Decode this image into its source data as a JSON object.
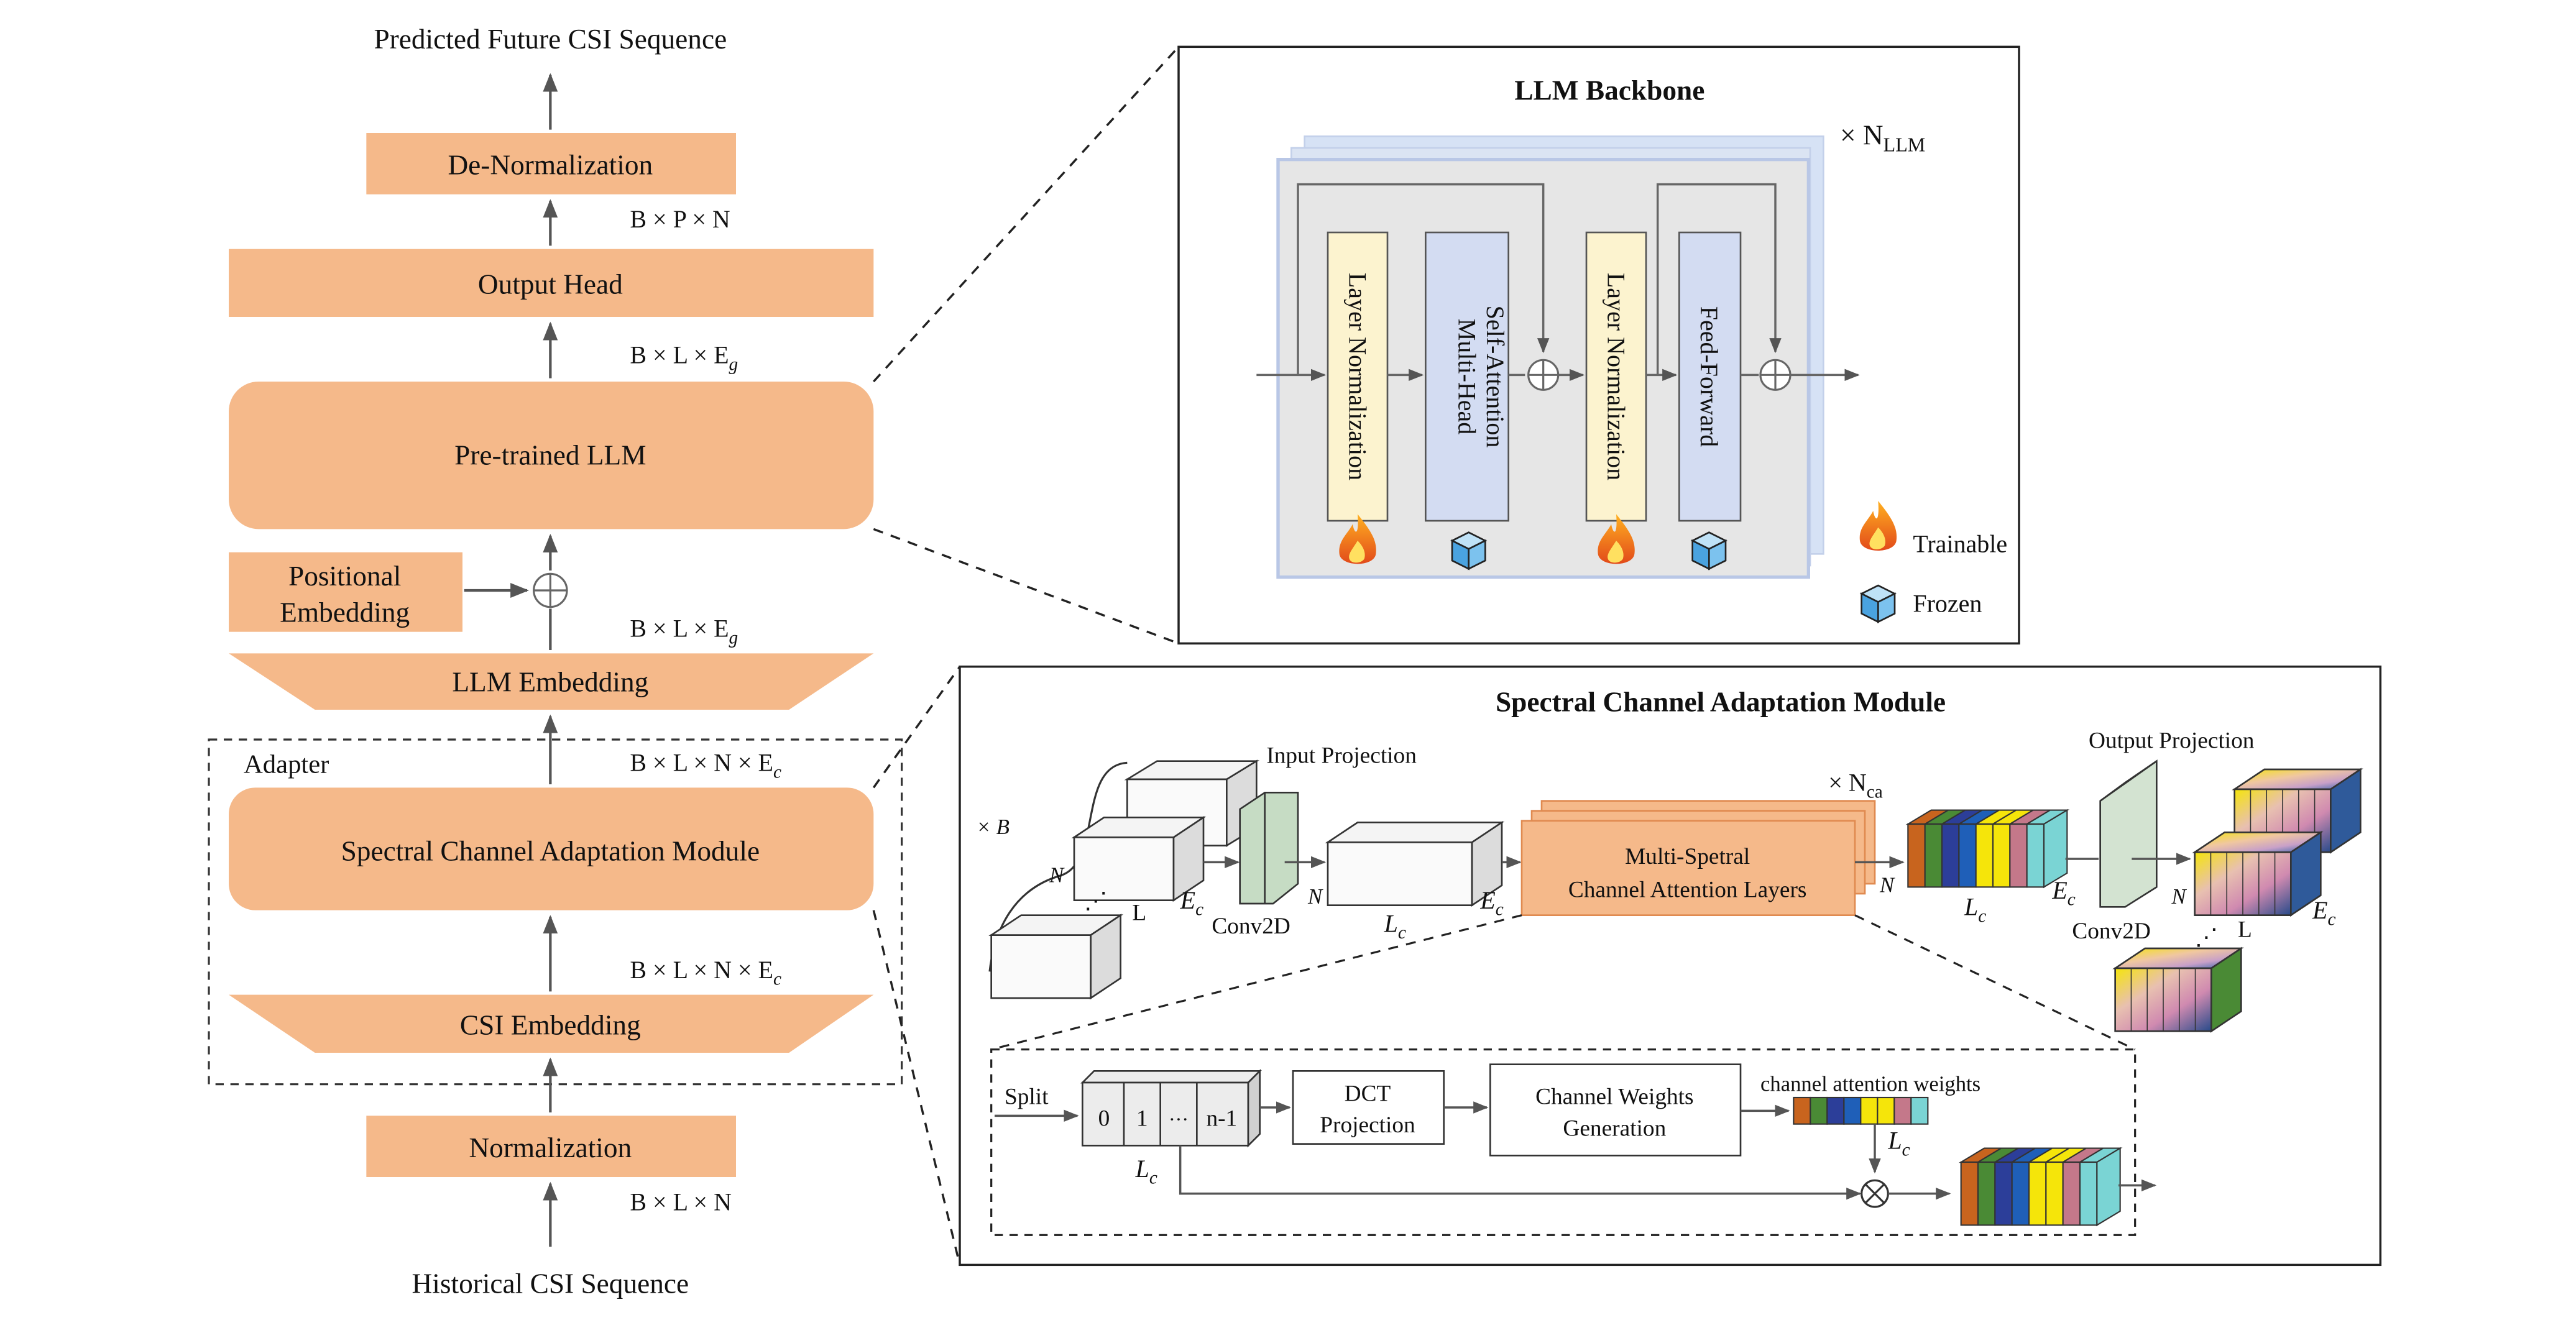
{
  "left_flow": {
    "output_label": "Predicted Future CSI Sequence",
    "input_label": "Historical CSI Sequence",
    "denorm": "De-Normalization",
    "output_head": "Output Head",
    "llm": "Pre-trained LLM",
    "positional": [
      "Positional",
      "Embedding"
    ],
    "llm_embedding": "LLM Embedding",
    "adapter": "Adapter",
    "scam": "Spectral Channel Adaptation Module",
    "csi_embedding": "CSI Embedding",
    "normalization": "Normalization",
    "dims": {
      "bpn": "B × P × N",
      "bleg1": "B × L × E",
      "bleg2": "B × L × E",
      "blnec1": "B × L × N × E",
      "blnec2": "B × L × N × E",
      "bln": "B × L × N",
      "sub_g": "g",
      "sub_c": "c"
    }
  },
  "backbone": {
    "title": "LLM Backbone",
    "repeat": "× N",
    "repeat_sub": "LLM",
    "blocks": [
      "Layer Normalization",
      [
        "Multi-Head",
        "Self-Attention"
      ],
      "Layer Normalization",
      "Feed-Forward"
    ],
    "legend_trainable": "Trainable",
    "legend_frozen": "Frozen"
  },
  "scam_panel": {
    "title": "Spectral Channel Adaptation Module",
    "input_projection": "Input Projection",
    "output_projection": "Output Projection",
    "conv_left": "Conv2D",
    "conv_right": "Conv2D",
    "batch": "× B",
    "repeat": "× N",
    "repeat_sub": "ca",
    "msca": [
      "Multi-Spetral",
      "Channel Attention Layers"
    ],
    "N": "N",
    "L": "L",
    "Lc": "L",
    "Ec": "E",
    "sub_c": "c",
    "split": "Split",
    "cells": [
      "0",
      "1",
      "···",
      "n-1"
    ],
    "dct": [
      "DCT",
      "Projection"
    ],
    "cwg": [
      "Channel Weights",
      "Generation"
    ],
    "caw": "channel attention weights",
    "stripe_colors": [
      "#c8641e",
      "#4a8a35",
      "#2c3e99",
      "#1f5fb8",
      "#f5e50a",
      "#f5e50a",
      "#c4788a",
      "#7ad4d4"
    ]
  },
  "colors": {
    "block": "#f5b98a",
    "ln": "#fcf3cf",
    "attn": "#d3dcf2",
    "panel_bg": "#e6e6e6"
  }
}
